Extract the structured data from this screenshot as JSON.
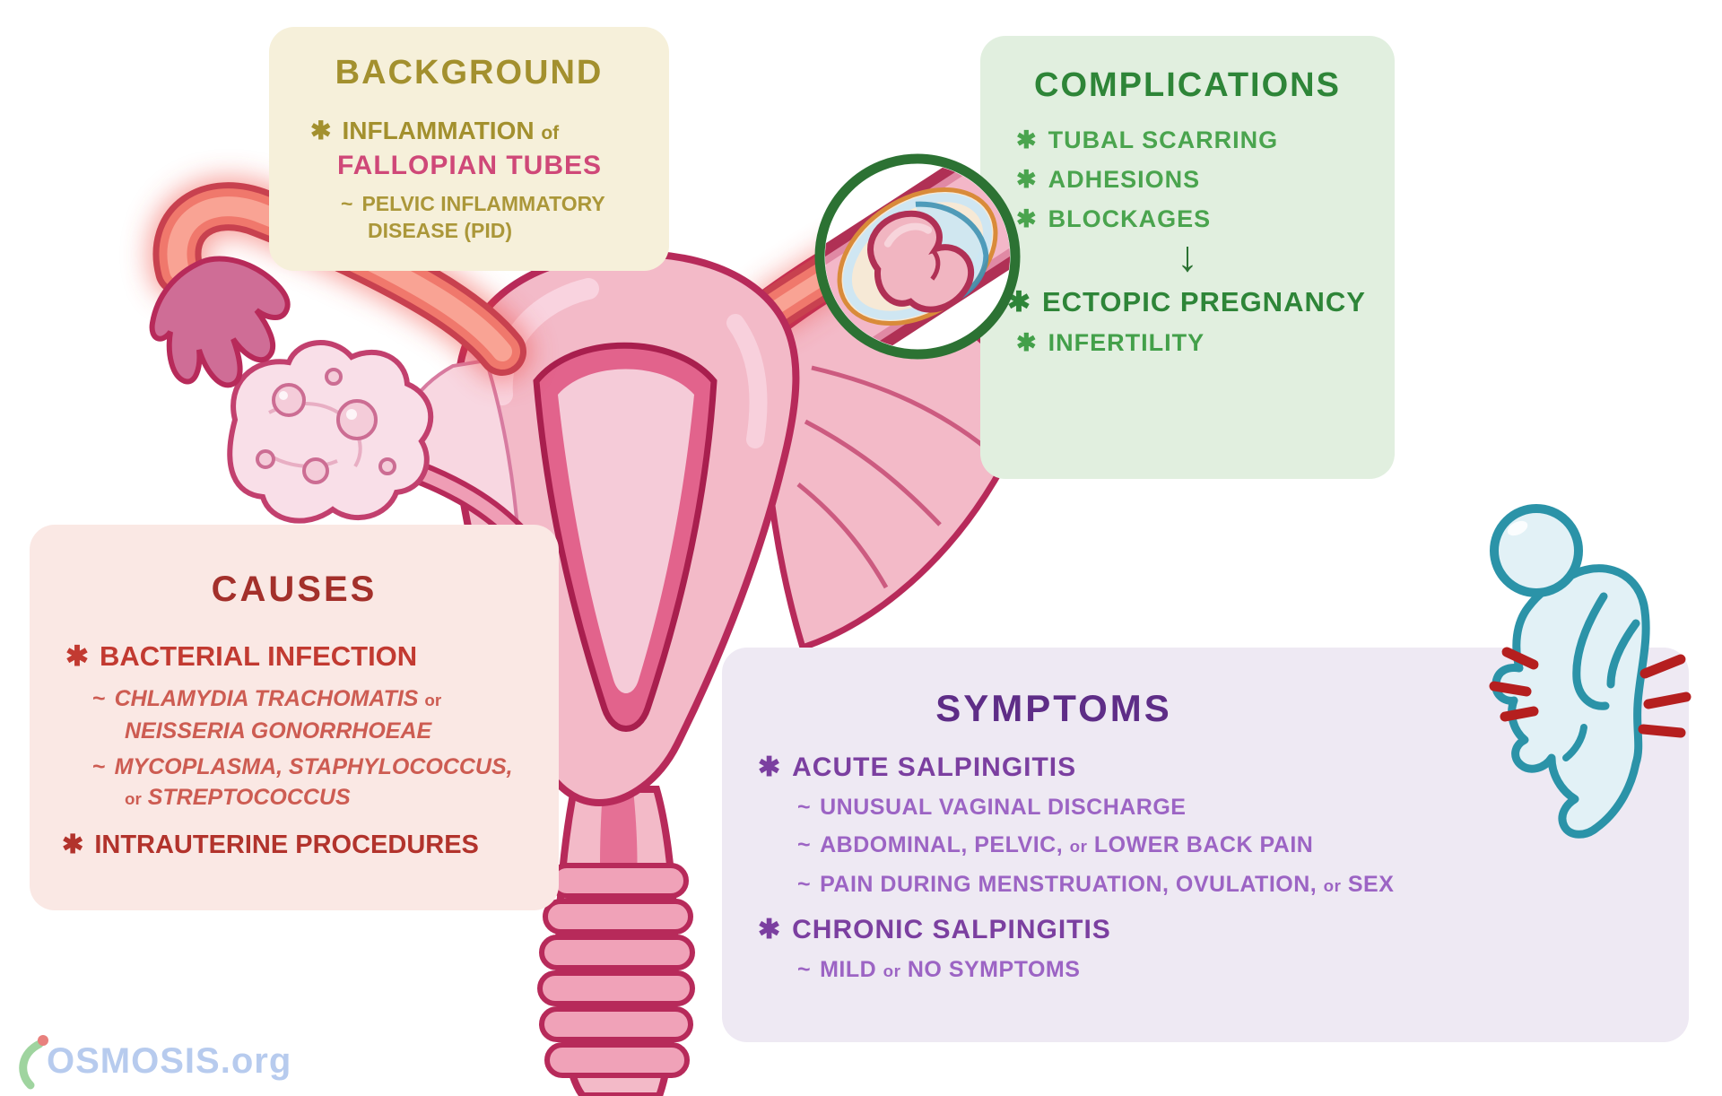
{
  "background": {
    "title": "BACKGROUND",
    "bullet": "✱",
    "tilde": "~",
    "item_main": "INFLAMMATION",
    "item_small": "of",
    "item_highlight": "FALLOPIAN TUBES",
    "sub_line1": "PELVIC INFLAMMATORY",
    "sub_line2": "DISEASE (PID)"
  },
  "complications": {
    "title": "COMPLICATIONS",
    "bullet": "✱",
    "items": [
      "TUBAL SCARRING",
      "ADHESIONS",
      "BLOCKAGES"
    ],
    "arrow": "↓",
    "result_major": "ECTOPIC PREGNANCY",
    "result_minor": "INFERTILITY"
  },
  "causes": {
    "title": "CAUSES",
    "bullet": "✱",
    "tilde": "~",
    "item1": "BACTERIAL INFECTION",
    "sub1_line1": "CHLAMYDIA TRACHOMATIS",
    "sub1_or": "or",
    "sub1_line2": "NEISSERIA GONORRHOEAE",
    "sub2_line1": "MYCOPLASMA, STAPHYLOCOCCUS,",
    "sub2_or": "or",
    "sub2_line2": "STREPTOCOCCUS",
    "item2": "INTRAUTERINE PROCEDURES"
  },
  "symptoms": {
    "title": "SYMPTOMS",
    "bullet": "✱",
    "tilde": "~",
    "item1": "ACUTE SALPINGITIS",
    "sub1": "UNUSUAL VAGINAL DISCHARGE",
    "sub2_part1": "ABDOMINAL, PELVIC,",
    "sub2_or": "or",
    "sub2_part2": "LOWER BACK PAIN",
    "sub3_part1": "PAIN DURING MENSTRUATION, OVULATION,",
    "sub3_or": "or",
    "sub3_part2": "SEX",
    "item2": "CHRONIC SALPINGITIS",
    "sub4_part1": "MILD",
    "sub4_or": "or",
    "sub4_part2": "NO SYMPTOMS"
  },
  "logo": {
    "text": "OSMOSIS.org"
  },
  "illustration": {
    "anatomy": "uterus with fallopian tubes and ovary, left tube inflamed",
    "inset": "ectopic pregnancy embryo inside fallopian tube",
    "figure": "person hunched over with pelvic pain"
  },
  "colors": {
    "background_box": "#f6f0da",
    "background_text": "#a3902e",
    "fallopian_highlight": "#cf4878",
    "complications_box": "#e1efdf",
    "complications_green": "#2e8538",
    "complications_green_light": "#4aa44e",
    "causes_box": "#fae8e4",
    "causes_dark_red": "#a3302b",
    "causes_red": "#c23a31",
    "causes_red_light": "#cd5c52",
    "symptoms_box": "#eee9f3",
    "symptoms_purple_dark": "#5e2d87",
    "symptoms_purple": "#7b3fa0",
    "symptoms_purple_light": "#9c64c4",
    "anatomy_pink": "#f3bac8",
    "anatomy_outline": "#b72a5a",
    "inflamed_red": "#ef4136",
    "person_fill": "#e2f1f6",
    "person_outline": "#2b93a8",
    "pain_red": "#b51f1f",
    "logo_blue": "#b7cbee",
    "logo_green": "#9fd49f",
    "logo_red": "#e8807d"
  }
}
